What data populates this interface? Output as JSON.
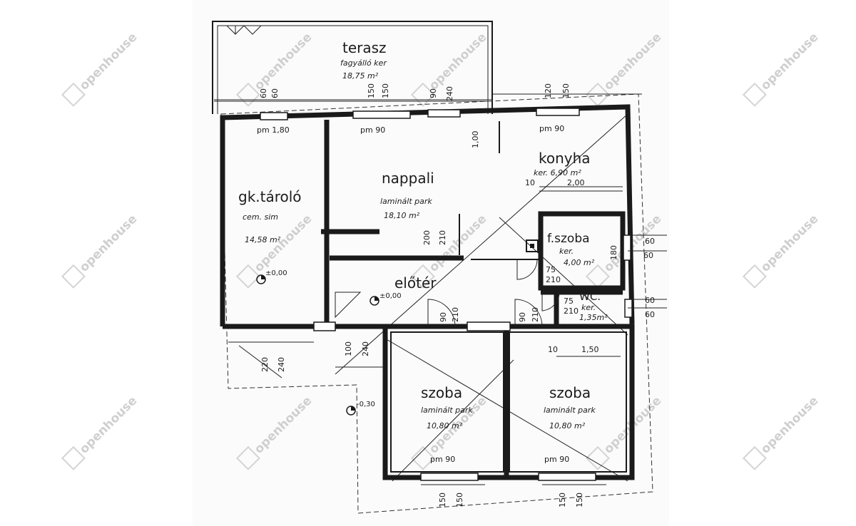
{
  "rooms": {
    "terasz": {
      "name": "terasz",
      "floor": "fagyálló ker",
      "area": "18,75 m²"
    },
    "gk_tarolo": {
      "name": "gk.tároló",
      "floor": "cem. sim",
      "area": "14,58 m²"
    },
    "nappali": {
      "name": "nappali",
      "floor": "laminált park",
      "area": "18,10 m²"
    },
    "konyha": {
      "name": "konyha",
      "floor": "ker. 6,90 m²"
    },
    "f_szoba": {
      "name": "f.szoba",
      "floor": "ker.",
      "area": "4,00 m²"
    },
    "wc": {
      "name": "WC.",
      "floor": "ker.",
      "area": "1,35m²"
    },
    "eloter": {
      "name": "előtér"
    },
    "szoba_left": {
      "name": "szoba",
      "floor": "laminált park",
      "area": "10,80 m²"
    },
    "szoba_right": {
      "name": "szoba",
      "floor": "laminált park",
      "area": "10,80 m²"
    }
  },
  "parapets": {
    "gk": "pm 1,80",
    "nappali": "pm 90",
    "konyha": "pm 90",
    "szoba_left": "pm 90",
    "szoba_right": "pm 90"
  },
  "levels": {
    "garage": "±0,00",
    "hall": "±0,00",
    "outside": "-0,30"
  },
  "dimensions": {
    "top": [
      "60",
      "60",
      "150",
      "150",
      "90",
      "240",
      "120",
      "150"
    ],
    "middle": [
      "1,00",
      "10",
      "2,00",
      "200",
      "210",
      "75",
      "210",
      "75",
      "210",
      "10",
      "1,50",
      "90",
      "210",
      "90",
      "210"
    ],
    "right": [
      "60",
      "180",
      "60",
      "60",
      "60"
    ],
    "bottom": [
      "220",
      "240",
      "100",
      "240",
      "150",
      "150",
      "150",
      "150"
    ]
  },
  "watermark": "openhouse"
}
